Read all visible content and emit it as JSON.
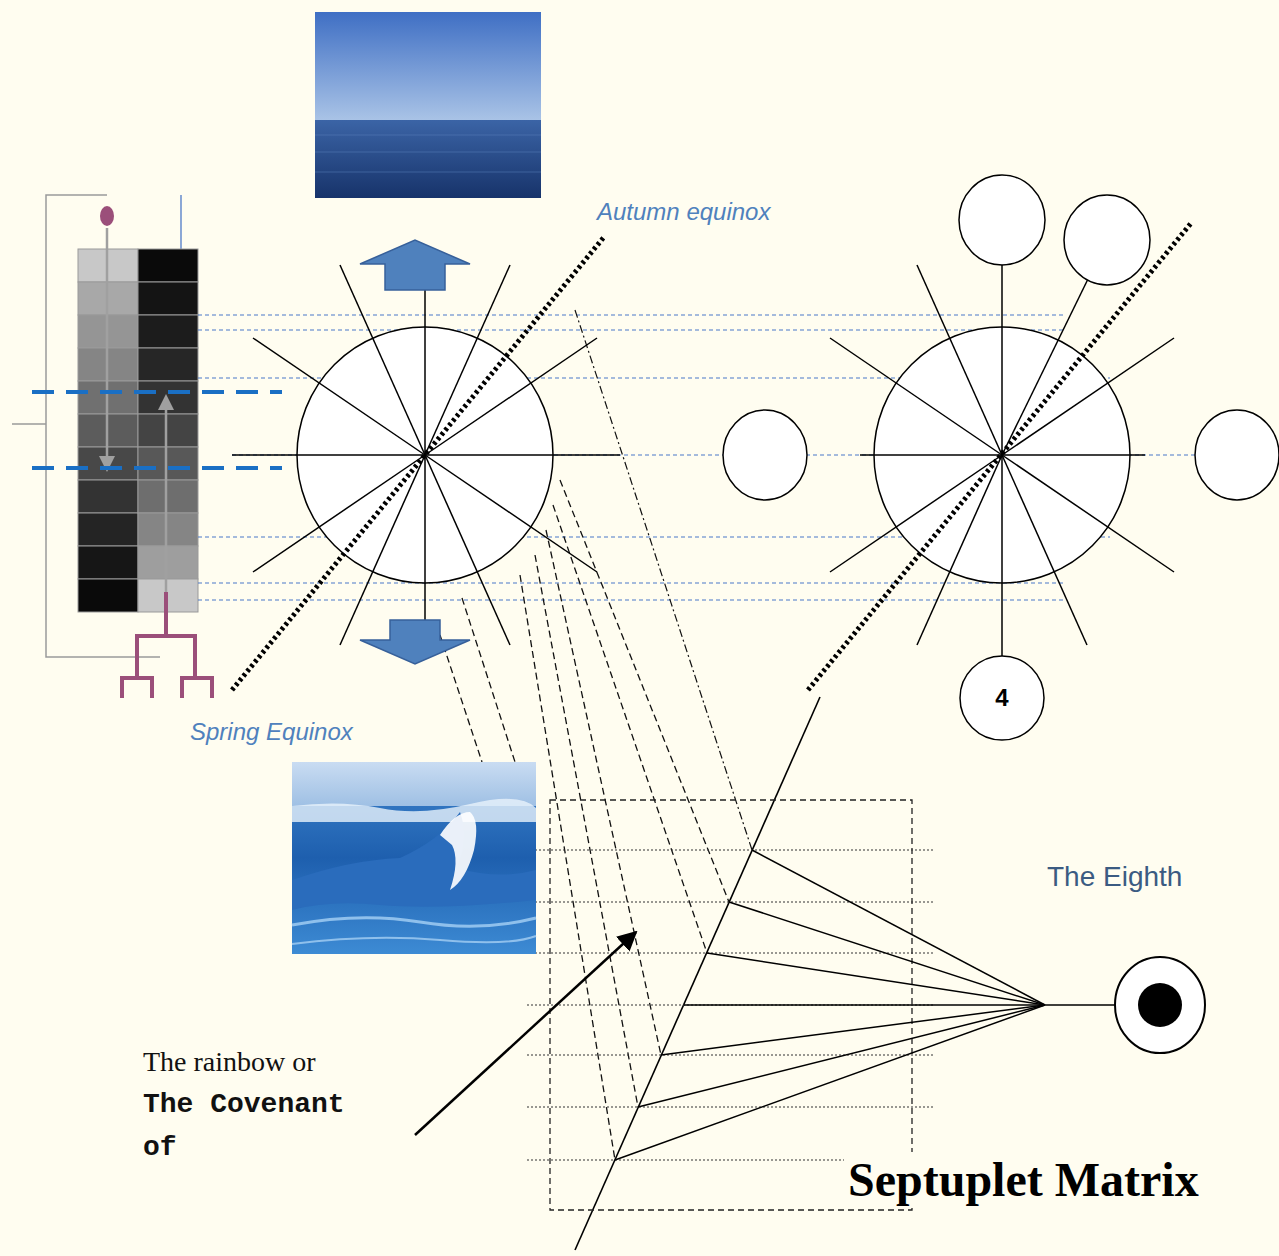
{
  "diagram": {
    "caption": "Septuplet Matrix",
    "nodes": [
      {
        "text": [
          "4"
        ]
      }
    ],
    "labels": [
      "Autumn equinox",
      "Spring Equinox",
      "The Eighth",
      "The rainbow or",
      "The Covenant of"
    ]
  }
}
